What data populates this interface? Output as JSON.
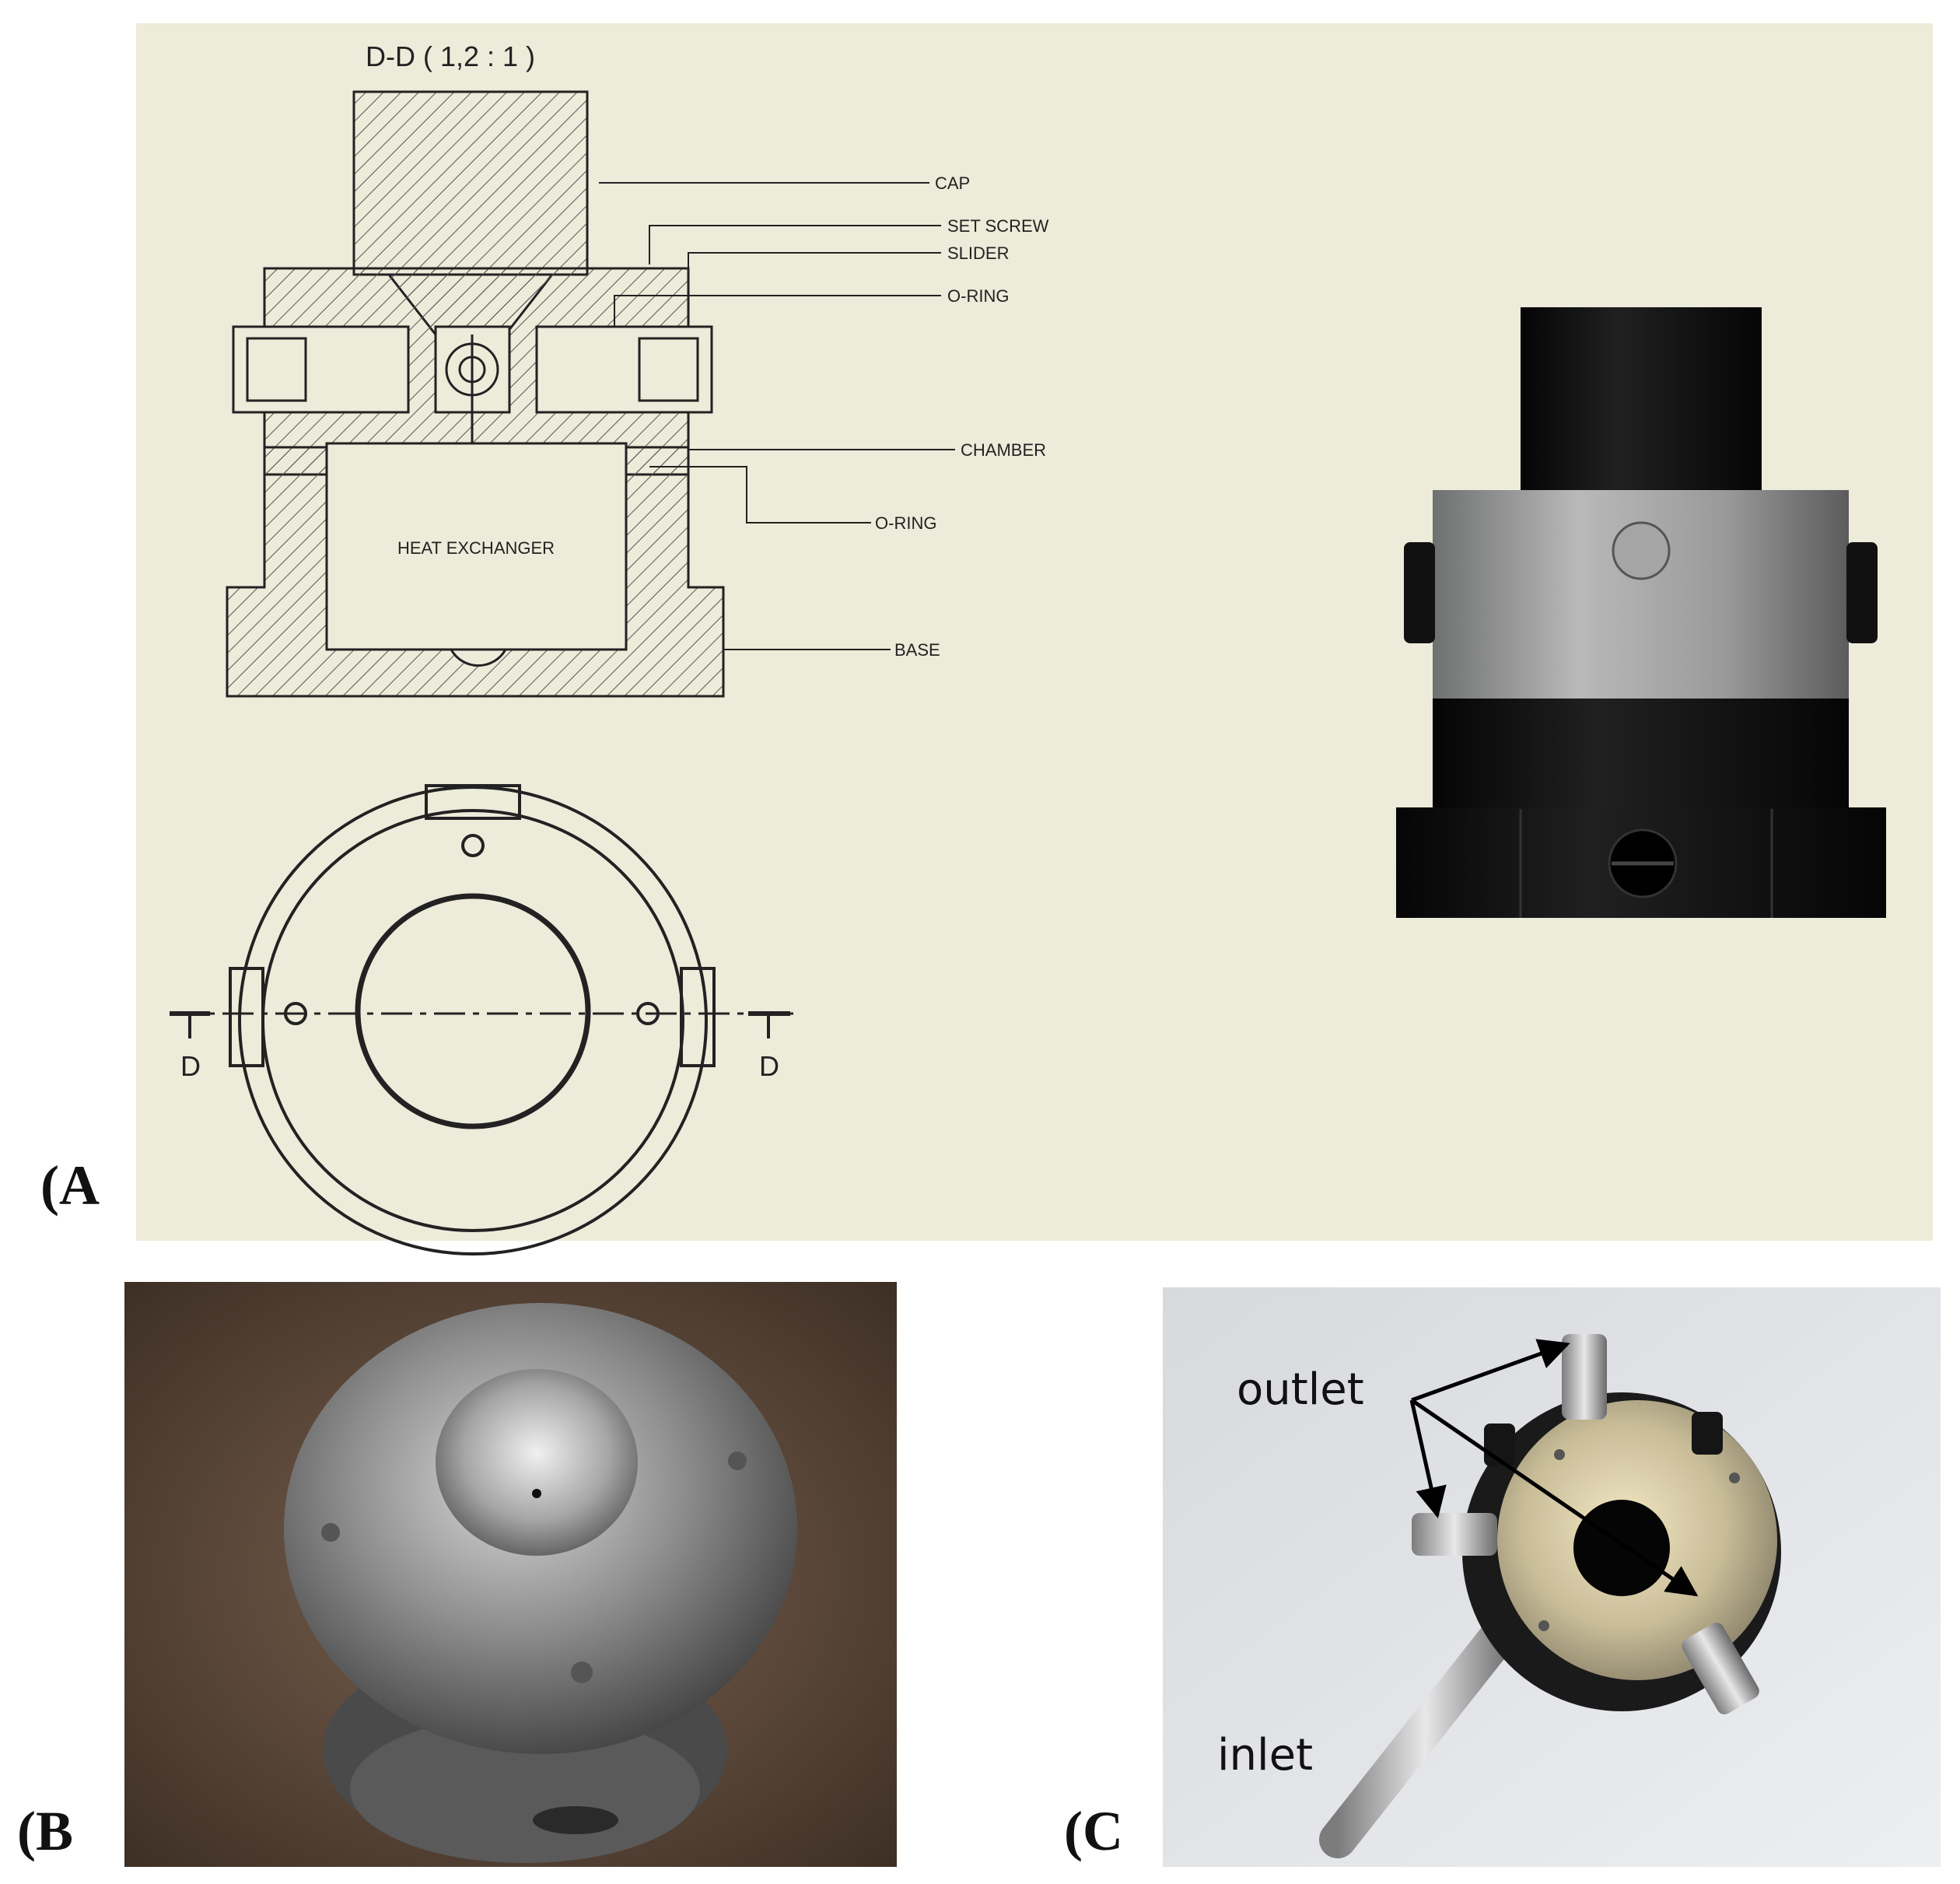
{
  "panels": {
    "a": {
      "label": "(A",
      "section_title": "D-D ( 1,2 : 1 )",
      "callouts": {
        "cap": "CAP",
        "set_screw": "SET SCREW",
        "slider": "SLIDER",
        "o_ring_top": "O-RING",
        "chamber": "CHAMBER",
        "o_ring_bottom": "O-RING",
        "base": "BASE"
      },
      "heat_exchanger": "HEAT EXCHANGER",
      "section_marker_left": "D",
      "section_marker_right": "D"
    },
    "b": {
      "label": "(B"
    },
    "c": {
      "label": "(C",
      "outlet": "outlet",
      "inlet": "inlet"
    }
  },
  "colors": {
    "drawing_bg": "#edebd9",
    "line": "#222222",
    "photo_b_bg": "#5a4535",
    "photo_c_bg": "#e3e5ea"
  }
}
